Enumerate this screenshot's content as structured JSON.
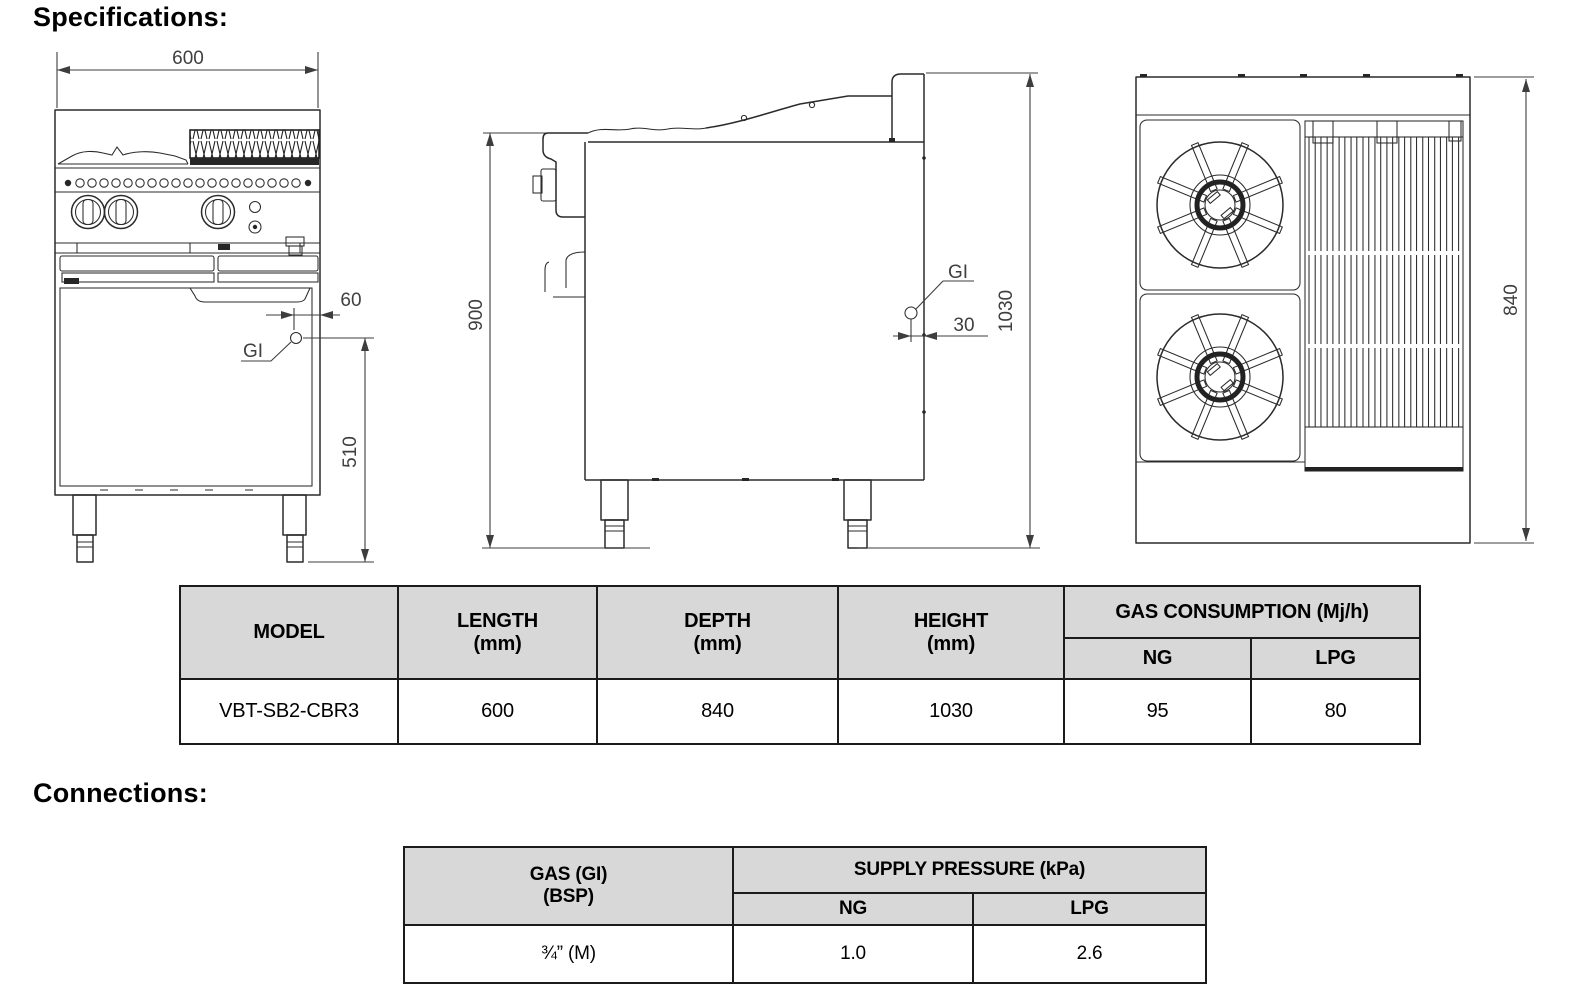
{
  "headings": {
    "specifications": "Specifications:",
    "connections": "Connections:"
  },
  "drawings": {
    "front_view": {
      "width_dim": "600",
      "gas_inlet_label": "GI",
      "inlet_offset_dim": "60",
      "inlet_height_dim": "510"
    },
    "side_view": {
      "work_height_dim": "900",
      "gas_inlet_label": "GI",
      "inlet_offset_dim": "30",
      "overall_height_dim": "1030"
    },
    "top_view": {
      "depth_dim": "840"
    }
  },
  "spec_table": {
    "headers": {
      "model": "MODEL",
      "length_1": "LENGTH",
      "length_2": "(mm)",
      "depth_1": "DEPTH",
      "depth_2": "(mm)",
      "height_1": "HEIGHT",
      "height_2": "(mm)",
      "gas": "GAS CONSUMPTION (Mj/h)",
      "ng": "NG",
      "lpg": "LPG"
    },
    "rows": [
      {
        "model": "VBT-SB2-CBR3",
        "length": "600",
        "depth": "840",
        "height": "1030",
        "ng": "95",
        "lpg": "80"
      }
    ]
  },
  "connections_table": {
    "headers": {
      "gas_1": "GAS (GI)",
      "gas_2": "(BSP)",
      "pressure": "SUPPLY PRESSURE (kPa)",
      "ng": "NG",
      "lpg": "LPG"
    },
    "rows": [
      {
        "size": "¾” (M)",
        "ng": "1.0",
        "lpg": "2.6"
      }
    ]
  }
}
